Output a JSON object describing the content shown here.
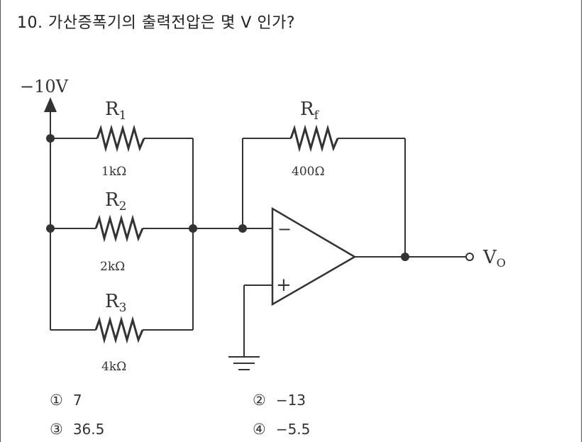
{
  "question": {
    "text": "10. 가산증폭기의 출력전압은 몇 V 인가?"
  },
  "circuit": {
    "supply": "−10V",
    "r1": {
      "name": "R",
      "sub": "1",
      "value": "1kΩ"
    },
    "r2": {
      "name": "R",
      "sub": "2",
      "value": "2kΩ"
    },
    "r3": {
      "name": "R",
      "sub": "3",
      "value": "4kΩ"
    },
    "rf": {
      "name": "R",
      "sub": "f",
      "value": "400Ω"
    },
    "minus": "−",
    "plus": "+",
    "out": {
      "name": "V",
      "sub": "O"
    }
  },
  "options": [
    {
      "num": "①",
      "value": "7"
    },
    {
      "num": "②",
      "value": "−13"
    },
    {
      "num": "③",
      "value": "36.5"
    },
    {
      "num": "④",
      "value": "−5.5"
    }
  ]
}
